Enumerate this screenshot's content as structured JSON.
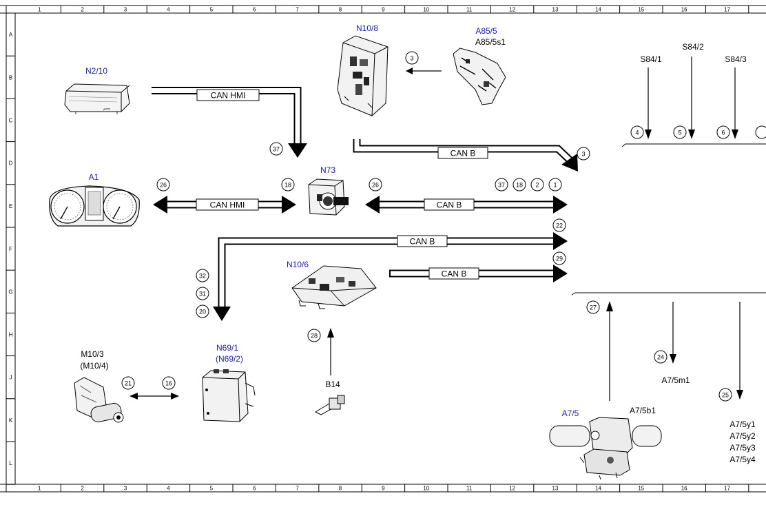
{
  "grid": {
    "columns": [
      "1",
      "2",
      "3",
      "4",
      "5",
      "6",
      "7",
      "8",
      "9",
      "10",
      "11",
      "12",
      "13",
      "14",
      "15",
      "16",
      "17"
    ],
    "rows": [
      "A",
      "B",
      "C",
      "D",
      "E",
      "F",
      "G",
      "H",
      "J",
      "K",
      "L"
    ]
  },
  "components": {
    "n2_10": "N2/10",
    "n10_8": "N10/8",
    "a85_5": "A85/5",
    "a85_5s1": "A85/5s1",
    "s84_1": "S84/1",
    "s84_2": "S84/2",
    "s84_3": "S84/3",
    "a1": "A1",
    "n73": "N73",
    "n10_6": "N10/6",
    "m10_3": "M10/3",
    "m10_4": "(M10/4)",
    "n69_1": "N69/1",
    "n69_2": "(N69/2)",
    "b14": "B14",
    "a7_5": "A7/5",
    "a7_5b1": "A7/5b1",
    "a7_5m1": "A7/5m1",
    "a7_5y1": "A7/5y1",
    "a7_5y2": "A7/5y2",
    "a7_5y3": "A7/5y3",
    "a7_5y4": "A7/5y4"
  },
  "buses": {
    "can_hmi_top": "CAN HMI",
    "can_b_top": "CAN B",
    "can_hmi_mid": "CAN HMI",
    "can_b_mid": "CAN B",
    "can_b_f": "CAN B",
    "can_b_g": "CAN B"
  },
  "markers": {
    "m3_a": "3",
    "m37_b": "37",
    "m3_c": "3",
    "m4": "4",
    "m5": "5",
    "m6": "6",
    "m26_a": "26",
    "m18": "18",
    "m26_b": "26",
    "m37_c": "37",
    "m18_c": "18",
    "m2": "2",
    "m1": "1",
    "m22": "22",
    "m29": "29",
    "m32": "32",
    "m31": "31",
    "m20": "20",
    "m28": "28",
    "m21": "21",
    "m16": "16",
    "m27": "27",
    "m24": "24",
    "m25": "25"
  },
  "colors": {
    "component_label": "#1a1ad8",
    "line": "#000000",
    "background": "#ffffff"
  }
}
